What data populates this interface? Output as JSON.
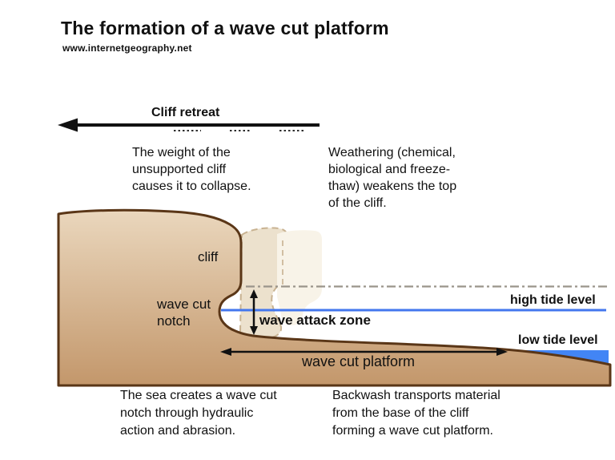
{
  "page": {
    "title": "The formation of a wave cut platform",
    "website": "www.internetgeography.net"
  },
  "arrows": {
    "cliff_retreat_label": "Cliff retreat"
  },
  "labels": {
    "cliff": "cliff",
    "wave_cut_notch": "wave cut\nnotch",
    "wave_attack_zone": "wave attack zone",
    "high_tide": "high tide level",
    "low_tide": "low tide level",
    "wave_cut_platform": "wave cut platform"
  },
  "captions": {
    "collapse": "The weight of the\nunsupported cliff\ncauses it to collapse.",
    "weathering": "Weathering (chemical,\nbiological and freeze-\nthaw) weakens the top\nof the cliff.",
    "notch_formation": "The sea creates a wave cut\nnotch through hydraulic\naction and abrasion.",
    "backwash": "Backwash transports  material\nfrom the base of the cliff\nforming a wave cut platform."
  },
  "colors": {
    "land_top": "#ead7bd",
    "land_bottom": "#c3976b",
    "land_outline": "#5a3617",
    "ghost_cliff_recent": "#ece1cd",
    "ghost_cliff_older": "#f8f3e8",
    "ghost_outline": "#c8b291",
    "sea_low_tide": "#4285f5",
    "high_tide_line": "#4377ee",
    "former_top_line": "#9a948a",
    "arrow_black": "#111111"
  }
}
